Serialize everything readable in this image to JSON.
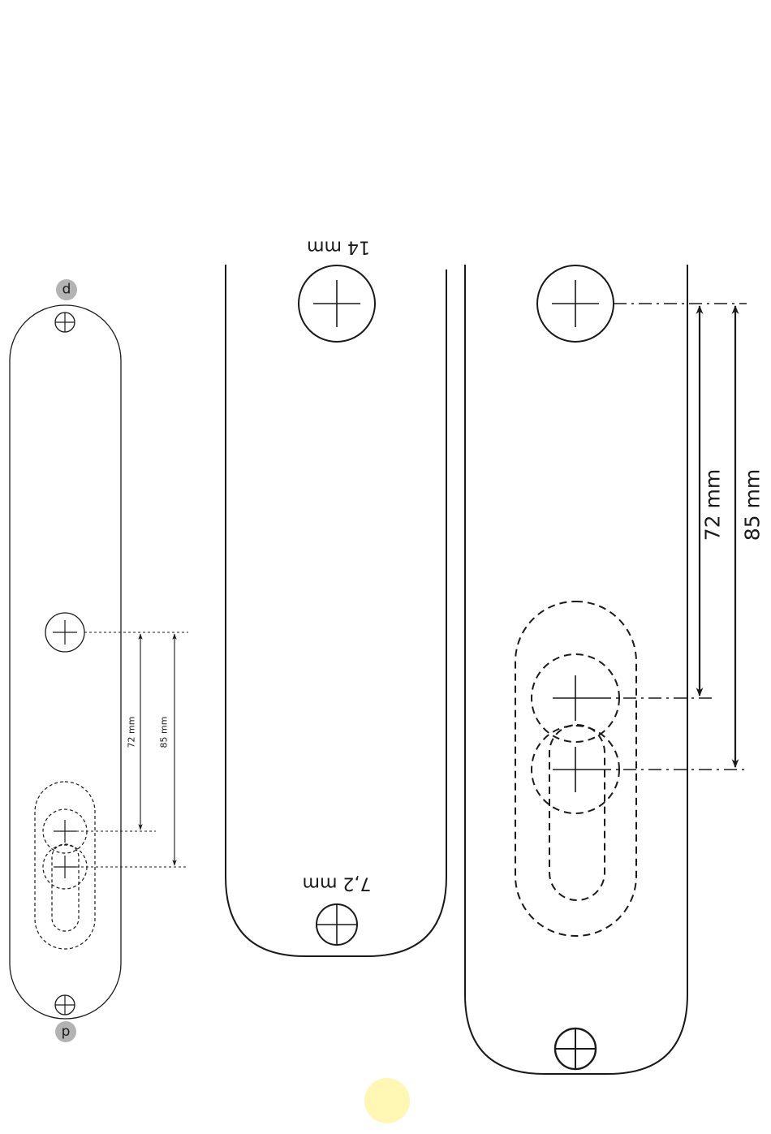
{
  "small_plate": {
    "dim_72": "72 mm",
    "dim_85": "85 mm",
    "top_badge": "p",
    "bottom_badge": "p"
  },
  "middle_plate": {
    "top_hole_label": "14 mm",
    "bottom_hole_label": "7,2 mm"
  },
  "large_plate": {
    "dim_72": "72 mm",
    "dim_85": "85 mm"
  },
  "colors": {
    "line": "#1a1a1a",
    "badge": "#b3b3b3",
    "marker": "#fff7b3"
  }
}
